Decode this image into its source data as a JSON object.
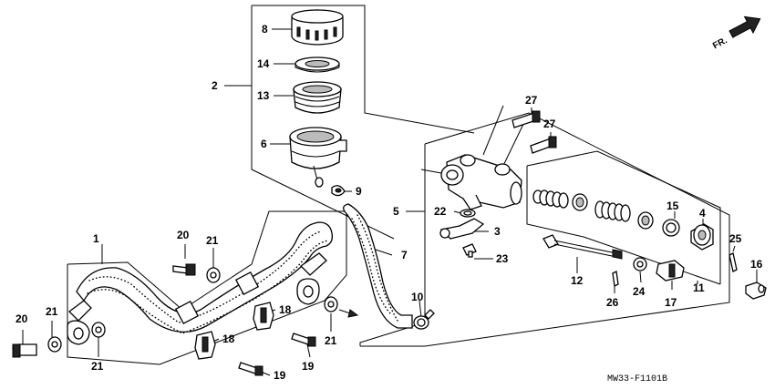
{
  "callouts": {
    "c1": "1",
    "c2": "2",
    "c3": "3",
    "c4": "4",
    "c5": "5",
    "c6": "6",
    "c7": "7",
    "c8": "8",
    "c9": "9",
    "c10": "10",
    "c11": "11",
    "c12": "12",
    "c13": "13",
    "c14": "14",
    "c15": "15",
    "c16": "16",
    "c17": "17",
    "c18a": "18",
    "c18b": "18",
    "c19a": "19",
    "c19b": "19",
    "c20a": "20",
    "c20b": "20",
    "c21a": "21",
    "c21b": "21",
    "c21c": "21",
    "c21d": "21",
    "c22": "22",
    "c23": "23",
    "c24": "24",
    "c25": "25",
    "c26": "26",
    "c27a": "27",
    "c27b": "27"
  },
  "direction_label": "FR.",
  "diagram_code": "MW33-F1101B",
  "icons": {
    "direction": "forward-arrow-icon"
  }
}
